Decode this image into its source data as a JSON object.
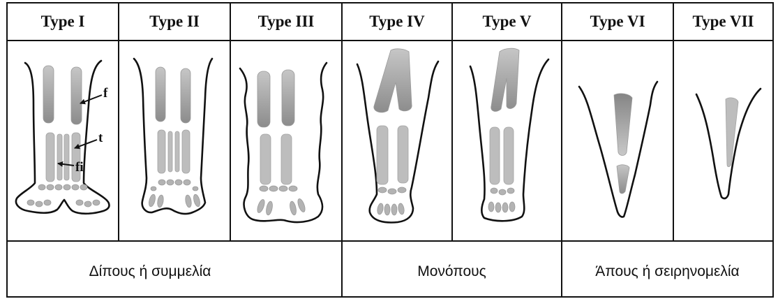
{
  "header": {
    "types": [
      "Type I",
      "Type II",
      "Type III",
      "Type IV",
      "Type V",
      "Type VI",
      "Type VII"
    ]
  },
  "annotations": {
    "femur": "f",
    "tibia": "t",
    "fibula": "fi"
  },
  "categories": [
    {
      "label": "Δίπους ή συμμελία"
    },
    {
      "label": "Μονόπους"
    },
    {
      "label": "Άπους ή σειρηνομελία"
    }
  ],
  "colors": {
    "line": "#111111",
    "bone": "#b8b8b8",
    "bone_dark": "#8a8a8a",
    "background": "#ffffff"
  }
}
